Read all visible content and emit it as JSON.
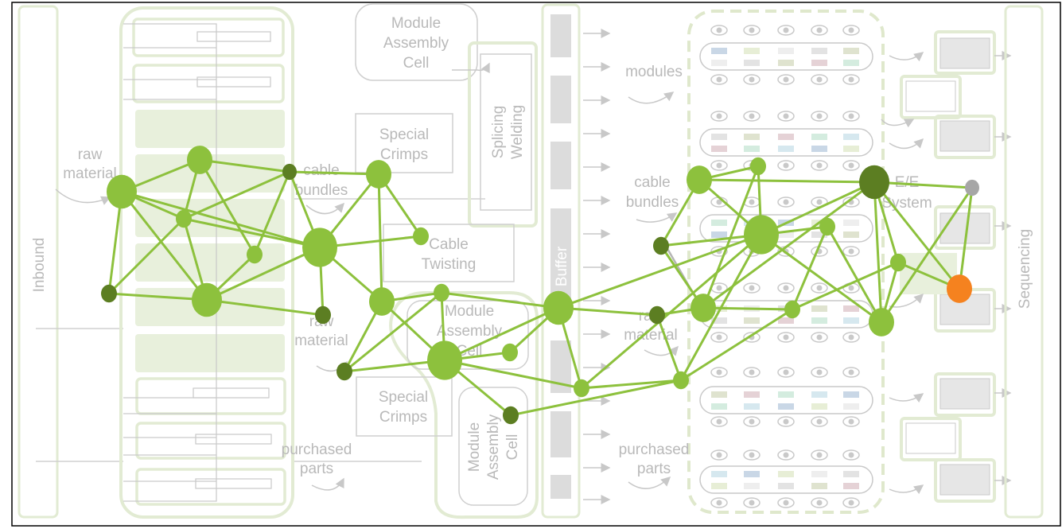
{
  "labels": {
    "inbound": "Inbound",
    "sequencing": "Sequencing",
    "buffer": "Buffer",
    "raw_material_1": [
      "raw",
      "material"
    ],
    "cable_bundles_1": [
      "cable",
      "bundles"
    ],
    "raw_material_2": [
      "raw",
      "material"
    ],
    "purchased_parts_1": [
      "purchased",
      "parts"
    ],
    "module_cell_top": [
      "Module",
      "Assembly",
      "Cell"
    ],
    "splicing_welding": [
      "Splicing",
      "Welding"
    ],
    "special_crimps_1": [
      "Special",
      "Crimps"
    ],
    "cable_twisting": [
      "Cable",
      "Twisting"
    ],
    "module_cell_mid": [
      "Module",
      "Assembly",
      "Cell"
    ],
    "special_crimps_2": [
      "Special",
      "Crimps"
    ],
    "module_cell_low": [
      "Module",
      "Assembly",
      "Cell"
    ],
    "modules": "modules",
    "cable_bundles_2": [
      "cable",
      "bundles"
    ],
    "raw_material_3": [
      "raw",
      "material"
    ],
    "purchased_parts_2": [
      "purchased",
      "parts"
    ],
    "ee_system": [
      "E/E",
      "System"
    ]
  },
  "colors": {
    "node_green": "#8dc13d",
    "node_dark": "#5c7e22",
    "node_grey": "#a6a6a6",
    "node_orange": "#f5821f",
    "frame_green": "#e2ebd3",
    "faint_text": "#b9b9b9"
  }
}
